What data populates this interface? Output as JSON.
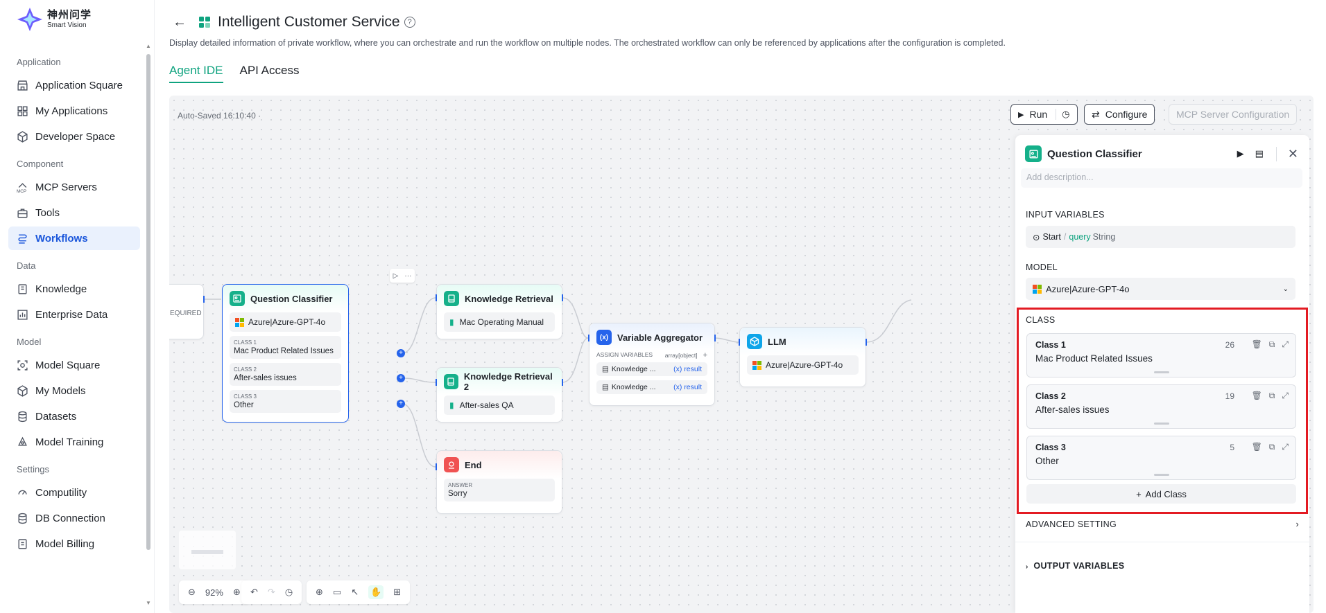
{
  "brand": {
    "cn": "神州问学",
    "en": "Smart Vision"
  },
  "sidebar": {
    "groups": [
      {
        "label": "Application",
        "items": [
          {
            "label": "Application Square",
            "icon": "store-icon"
          },
          {
            "label": "My Applications",
            "icon": "grid-icon"
          },
          {
            "label": "Developer Space",
            "icon": "cube-icon"
          }
        ]
      },
      {
        "label": "Component",
        "items": [
          {
            "label": "MCP Servers",
            "icon": "mcp-icon"
          },
          {
            "label": "Tools",
            "icon": "toolbox-icon"
          },
          {
            "label": "Workflows",
            "icon": "workflow-icon",
            "active": true
          }
        ]
      },
      {
        "label": "Data",
        "items": [
          {
            "label": "Knowledge",
            "icon": "book-icon"
          },
          {
            "label": "Enterprise Data",
            "icon": "chart-icon"
          }
        ]
      },
      {
        "label": "Model",
        "items": [
          {
            "label": "Model Square",
            "icon": "scan-icon"
          },
          {
            "label": "My Models",
            "icon": "box-icon"
          },
          {
            "label": "Datasets",
            "icon": "database-icon"
          },
          {
            "label": "Model Training",
            "icon": "training-icon"
          }
        ]
      },
      {
        "label": "Settings",
        "items": [
          {
            "label": "Computility",
            "icon": "compute-icon"
          },
          {
            "label": "DB Connection",
            "icon": "db-icon"
          },
          {
            "label": "Model Billing",
            "icon": "billing-icon"
          }
        ]
      }
    ]
  },
  "header": {
    "title": "Intelligent Customer Service",
    "help": "?",
    "description": "Display detailed information of private workflow, where you can orchestrate and run the workflow on multiple nodes. The orchestrated workflow can only be referenced by applications after the configuration is completed."
  },
  "tabs": [
    {
      "label": "Agent IDE",
      "active": true
    },
    {
      "label": "API Access",
      "active": false
    }
  ],
  "canvas": {
    "autosave": "Auto-Saved 16:10:40 ·",
    "run_label": "Run",
    "configure_label": "Configure",
    "mcp_label": "MCP Server Configuration",
    "zoom": "92%",
    "partial_node_text": "EQUIRED"
  },
  "nodes": {
    "classifier": {
      "title": "Question Classifier",
      "model": "Azure|Azure-GPT-4o",
      "classes": [
        {
          "key": "CLASS 1",
          "value": "Mac Product Related Issues"
        },
        {
          "key": "CLASS 2",
          "value": "After-sales issues"
        },
        {
          "key": "CLASS 3",
          "value": "Other"
        }
      ]
    },
    "kr1": {
      "title": "Knowledge Retrieval",
      "item": "Mac Operating Manual"
    },
    "kr2": {
      "title": "Knowledge Retrieval 2",
      "item": "After-sales QA"
    },
    "end": {
      "title": "End",
      "answer_key": "ANSWER",
      "answer": "Sorry"
    },
    "aggregator": {
      "title": "Variable Aggregator",
      "assign_label": "ASSIGN VARIABLES",
      "type": "array[object]",
      "add": "+",
      "rows": [
        {
          "source": "Knowledge ...",
          "var": "result"
        },
        {
          "source": "Knowledge ...",
          "var": "result"
        }
      ]
    },
    "llm": {
      "title": "LLM",
      "model": "Azure|Azure-GPT-4o"
    }
  },
  "panel": {
    "title": "Question Classifier",
    "description_placeholder": "Add description...",
    "input_label": "INPUT VARIABLES",
    "input_source": "Start",
    "input_sep": "/",
    "input_var": "query",
    "input_type": "String",
    "model_label": "MODEL",
    "model_value": "Azure|Azure-GPT-4o",
    "class_label": "CLASS",
    "classes": [
      {
        "title": "Class 1",
        "value": "Mac Product Related Issues",
        "count": "26"
      },
      {
        "title": "Class 2",
        "value": "After-sales issues",
        "count": "19"
      },
      {
        "title": "Class 3",
        "value": "Other",
        "count": "5"
      }
    ],
    "add_class": "Add Class",
    "advanced_label": "ADVANCED SETTING",
    "output_label": "OUTPUT VARIABLES"
  },
  "colors": {
    "accent": "#0fa37f",
    "primary": "#2563eb",
    "highlight": "#e31b23"
  }
}
